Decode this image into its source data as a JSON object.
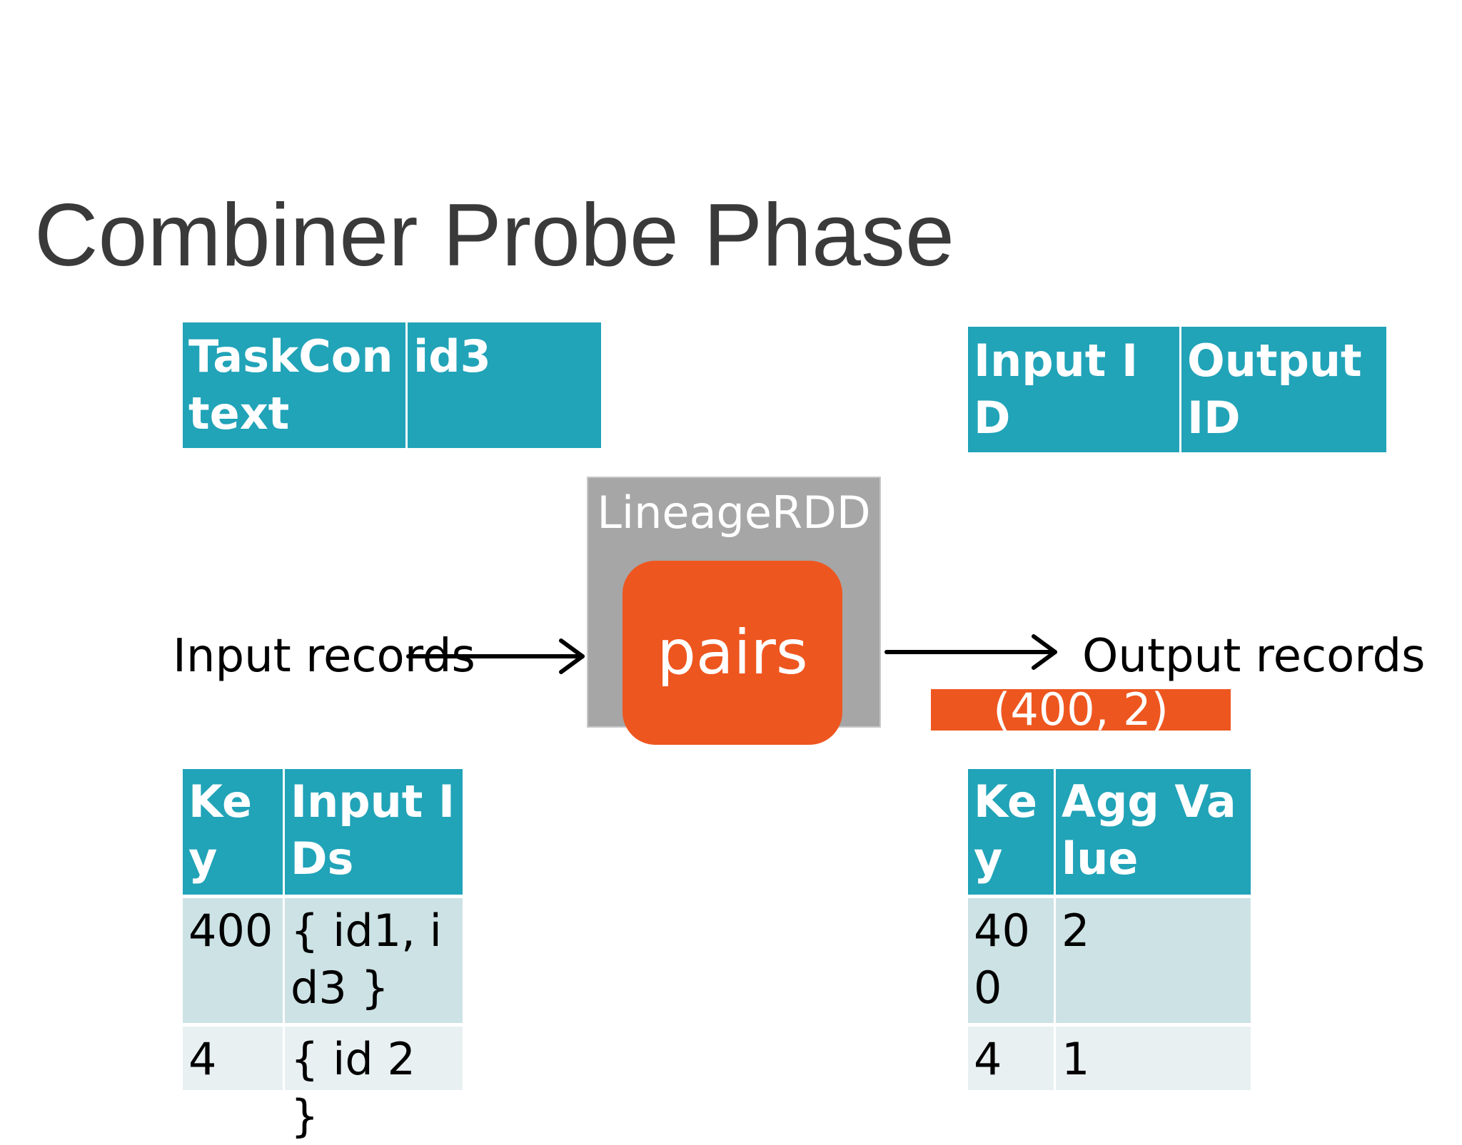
{
  "title": "Combiner Probe Phase",
  "task_table": {
    "col1": "TaskContext",
    "col2": "id3"
  },
  "io_table": {
    "col1": "Input ID",
    "col2": "Output ID"
  },
  "lineage": {
    "label": "LineageRDD",
    "operator": "pairs"
  },
  "flow": {
    "input_label": "Input records",
    "output_label": "Output records",
    "result": "(400, 2)"
  },
  "key_inputs_table": {
    "headers": [
      "Key",
      "Input IDs"
    ],
    "rows": [
      [
        "400",
        "{ id1, id3 }"
      ],
      [
        "4",
        "{ id 2 }"
      ]
    ]
  },
  "key_agg_table": {
    "headers": [
      "Key",
      "Agg Value"
    ],
    "rows": [
      [
        "400",
        "2"
      ],
      [
        "4",
        "1"
      ]
    ]
  },
  "colors": {
    "teal": "#21a3b8",
    "orange": "#ee561f",
    "gray": "#a6a6a6",
    "row_light": "#cde2e5",
    "row_lighter": "#e8f0f2"
  }
}
